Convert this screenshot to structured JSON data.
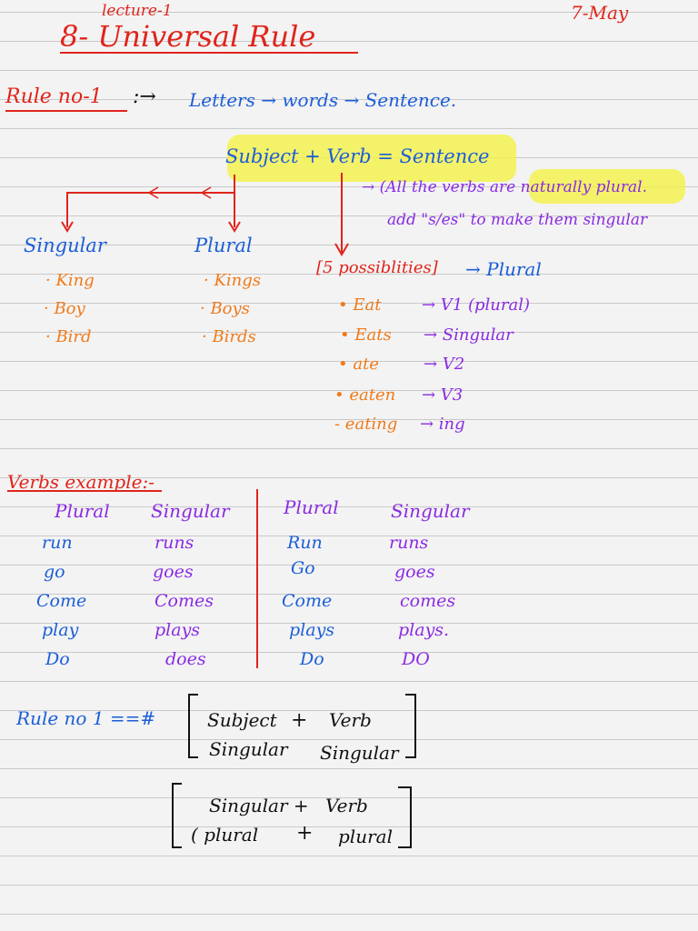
{
  "header": {
    "lecture": "lecture-1",
    "date": "7-May",
    "title": "8- Universal Rule"
  },
  "rule1": {
    "label": "Rule no-1",
    "sep": ":→",
    "flow": "Letters → words → Sentence."
  },
  "formula": {
    "text": "Subject + Verb = Sentence",
    "note1": "→ (All the verbs are naturally plural.",
    "note2": "add \"s/es\" to make them singular"
  },
  "singular_col": {
    "heading": "Singular",
    "items": [
      "· King",
      "· Boy",
      "· Bird"
    ]
  },
  "plural_col": {
    "heading": "Plural",
    "items": [
      "· Kings",
      "· Boys",
      "· Birds"
    ]
  },
  "possibilities": {
    "heading": "[5 possiblities]",
    "result": "→ Plural",
    "rows": [
      {
        "form": "• Eat",
        "arrow": "→ V1 (plural)"
      },
      {
        "form": "• Eats",
        "arrow": "→ Singular"
      },
      {
        "form": "• ate",
        "arrow": "→ V2"
      },
      {
        "form": "• eaten",
        "arrow": "→ V3"
      },
      {
        "form": "- eating",
        "arrow": "→ ing"
      }
    ]
  },
  "verbs_example": {
    "title": "Verbs example:-",
    "left": {
      "headers": [
        "Plural",
        "Singular"
      ],
      "rows": [
        [
          "run",
          "runs"
        ],
        [
          "go",
          "goes"
        ],
        [
          "Come",
          "Comes"
        ],
        [
          "play",
          "plays"
        ],
        [
          "Do",
          "does"
        ]
      ]
    },
    "right": {
      "headers": [
        "Plural",
        "Singular"
      ],
      "rows": [
        [
          "Run",
          "runs"
        ],
        [
          "Go",
          "goes"
        ],
        [
          "Come",
          "comes"
        ],
        [
          "plays",
          "plays."
        ],
        [
          "Do",
          "DO"
        ]
      ]
    }
  },
  "rule_box": {
    "label": "Rule no 1 ==#",
    "box1": {
      "row1": [
        "Subject",
        "+",
        "Verb"
      ],
      "row2": [
        "Singular",
        "Singular"
      ]
    },
    "box2": {
      "row1": [
        "Singular +",
        "Verb"
      ],
      "row2": [
        "( plural",
        "+",
        "plural"
      ]
    }
  },
  "colors": {
    "red": "#e0241b",
    "blue": "#1b5ed8",
    "purple": "#8a2be2",
    "orange": "#f07a1a",
    "highlight": "#f4f23a"
  }
}
